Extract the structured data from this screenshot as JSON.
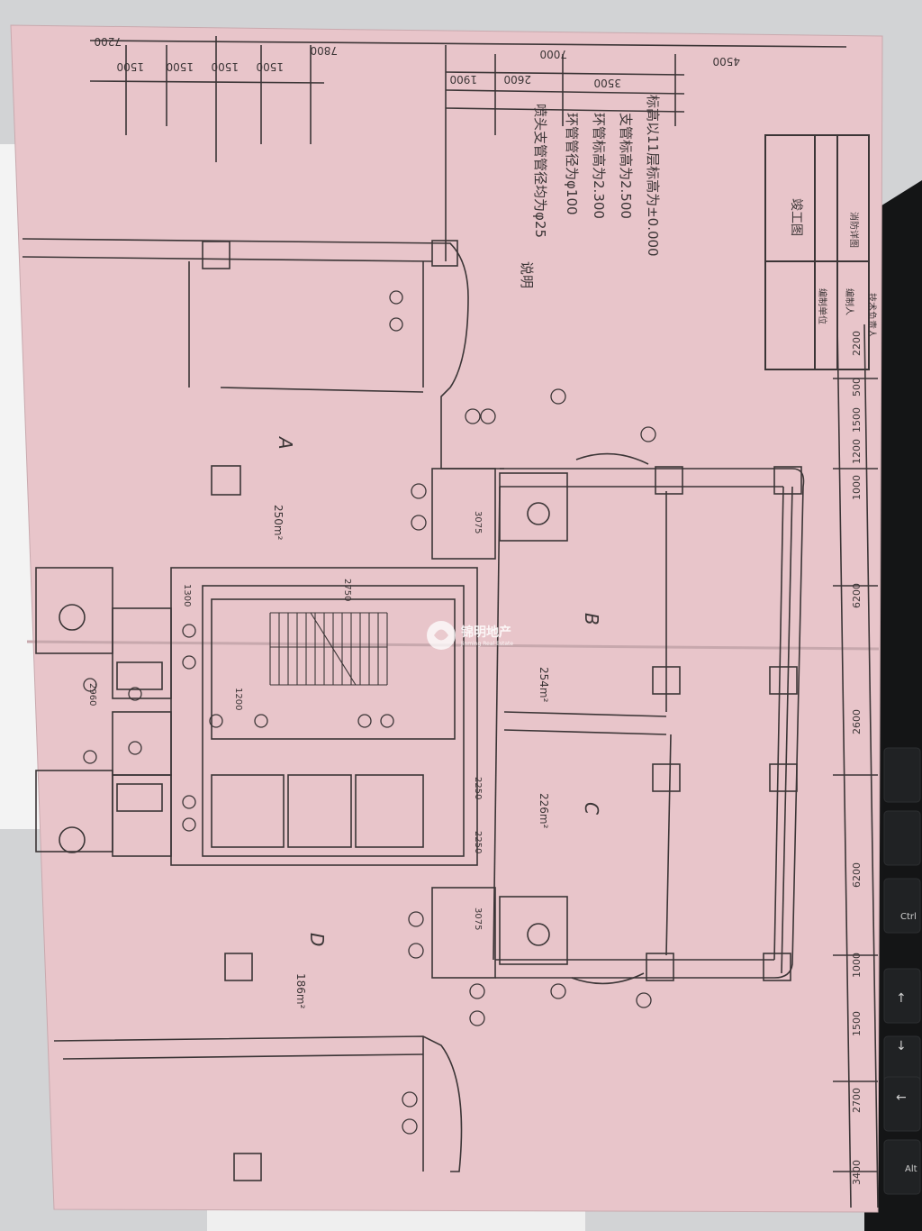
{
  "photo": {
    "subject": "",
    "palette": {
      "desk": "#d3d4d6",
      "paper": "#e9c7cb",
      "ink": "#3a3536",
      "keyboard": "#151617",
      "white_sheet": "#f4f4f4"
    }
  },
  "drawing": {
    "notes_title": "说明",
    "notes": [
      "喷头支管管径均为φ25",
      "环管管径为φ100",
      "环管标高为2.300",
      "支管标高为2.500",
      "标高以11层标高为±0.000"
    ],
    "stamp": {
      "title": "竣工图",
      "rows": [
        "编制单位",
        "编制人",
        "技术负责人"
      ],
      "tag": "消防详图"
    },
    "room_labels": [
      "A",
      "B",
      "C",
      "D"
    ],
    "area_labels": [
      "250m²",
      "254m²",
      "226m²",
      "186m²"
    ],
    "top_dims": [
      "7200",
      "1500",
      "1500",
      "1500",
      "1500",
      "7800",
      "1900",
      "2600",
      "3500",
      "7000",
      "4500"
    ],
    "bottom_dims": [
      "2200",
      "500",
      "1500",
      "1200",
      "1000",
      "6200",
      "2600",
      "6200",
      "1000",
      "1500",
      "2700",
      "3400"
    ],
    "center_dims": [
      "1300",
      "2750",
      "1200",
      "3075",
      "2250",
      "2250",
      "3075",
      "2960"
    ]
  },
  "watermark": {
    "brand": "锦明地产",
    "sub": "Jinming Real Estate"
  },
  "keyboard": {
    "keys": [
      "Ctrl",
      "Alt"
    ]
  }
}
